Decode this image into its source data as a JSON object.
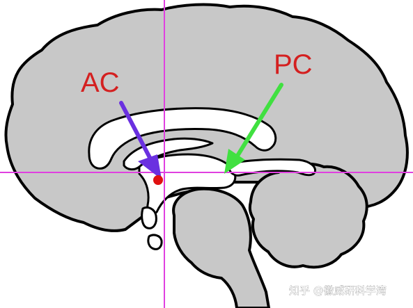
{
  "labels": {
    "ac": {
      "text": "AC",
      "color": "#d42020"
    },
    "pc": {
      "text": "PC",
      "color": "#d42020"
    }
  },
  "colors": {
    "brain_fill": "#c8c8c8",
    "outline": "#000000",
    "crosshair": "#e040e0",
    "ac_arrow": "#6a30e0",
    "pc_arrow": "#40e040",
    "ac_dot": "#e01010"
  },
  "watermark": "知乎 @徽威研科学湾"
}
